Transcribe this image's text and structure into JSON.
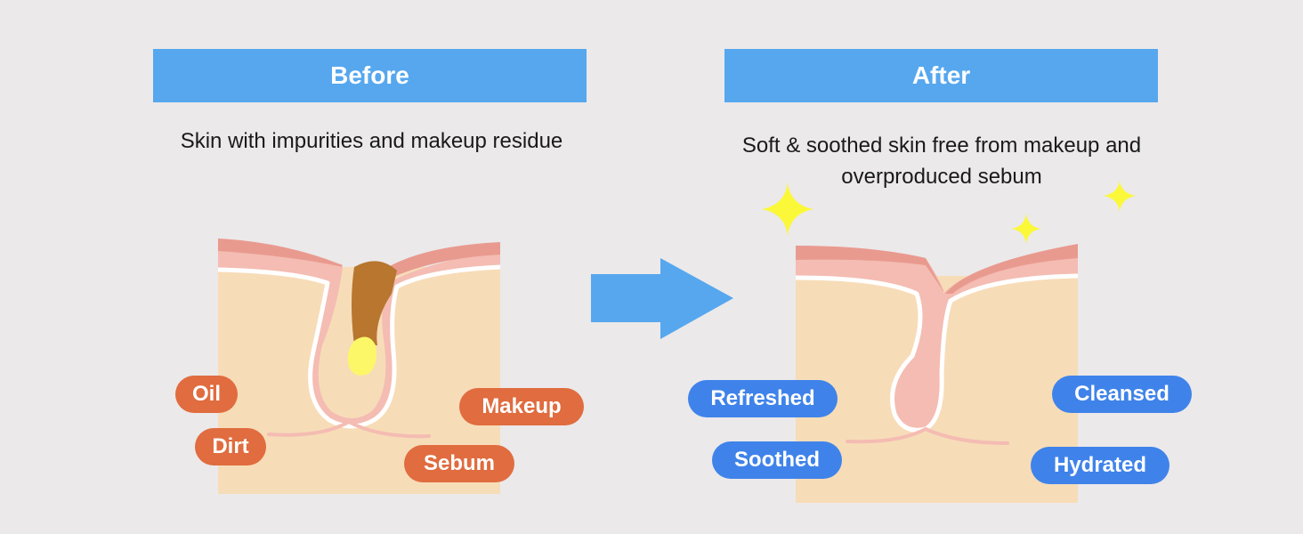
{
  "before": {
    "title": "Before",
    "caption": "Skin with impurities and makeup residue",
    "tags": {
      "oil": "Oil",
      "dirt": "Dirt",
      "makeup": "Makeup",
      "sebum": "Sebum"
    }
  },
  "after": {
    "title": "After",
    "caption": "Soft & soothed skin free from makeup and overproduced sebum",
    "tags": {
      "refreshed": "Refreshed",
      "soothed": "Soothed",
      "cleansed": "Cleansed",
      "hydrated": "Hydrated"
    }
  },
  "colors": {
    "header": "#56a7ee",
    "before_tag": "#e06c3f",
    "after_tag": "#3f83ea",
    "skin": "#f7dcb8",
    "epidermis": "#f4bcb2",
    "epidermis_top": "#e99a8f",
    "dirt": "#b8762f",
    "oil": "#fbf769",
    "arrow": "#56a7ee",
    "sparkle": "#fbf83a"
  }
}
